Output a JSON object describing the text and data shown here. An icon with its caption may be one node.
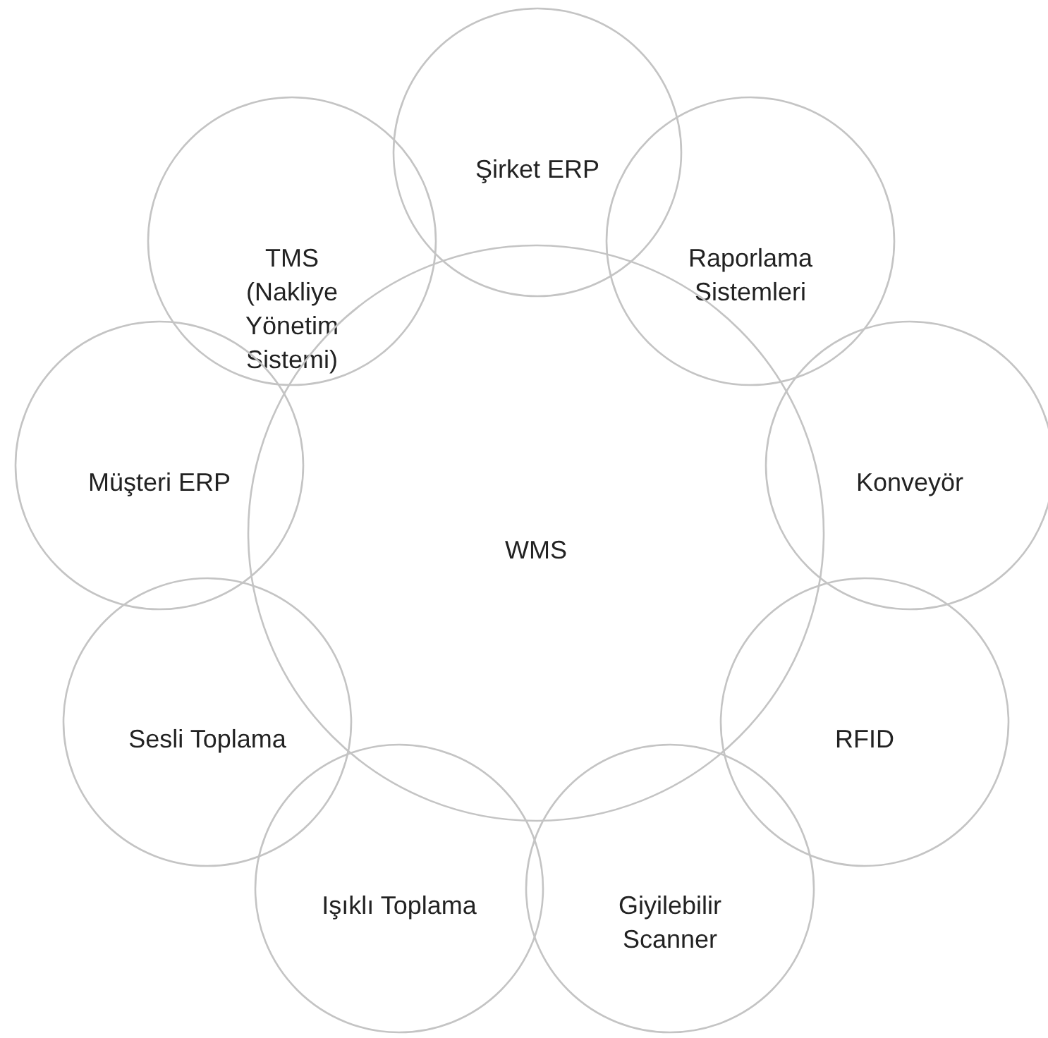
{
  "diagram": {
    "nodes": [
      {
        "text": [
          "Şirket ERP"
        ]
      },
      {
        "text": [
          "TMS (Nakliye Yönetim Sistemi)"
        ]
      },
      {
        "text": [
          "Raporlama Sistemleri"
        ]
      },
      {
        "text": [
          "Müşteri ERP"
        ]
      },
      {
        "text": [
          "WMS"
        ]
      },
      {
        "text": [
          "Konveyör"
        ]
      },
      {
        "text": [
          "Sesli Toplama"
        ]
      },
      {
        "text": [
          "RFID"
        ]
      },
      {
        "text": [
          "Işıklı Toplama"
        ]
      },
      {
        "text": [
          "Giyilebilir Scanner"
        ]
      }
    ]
  }
}
